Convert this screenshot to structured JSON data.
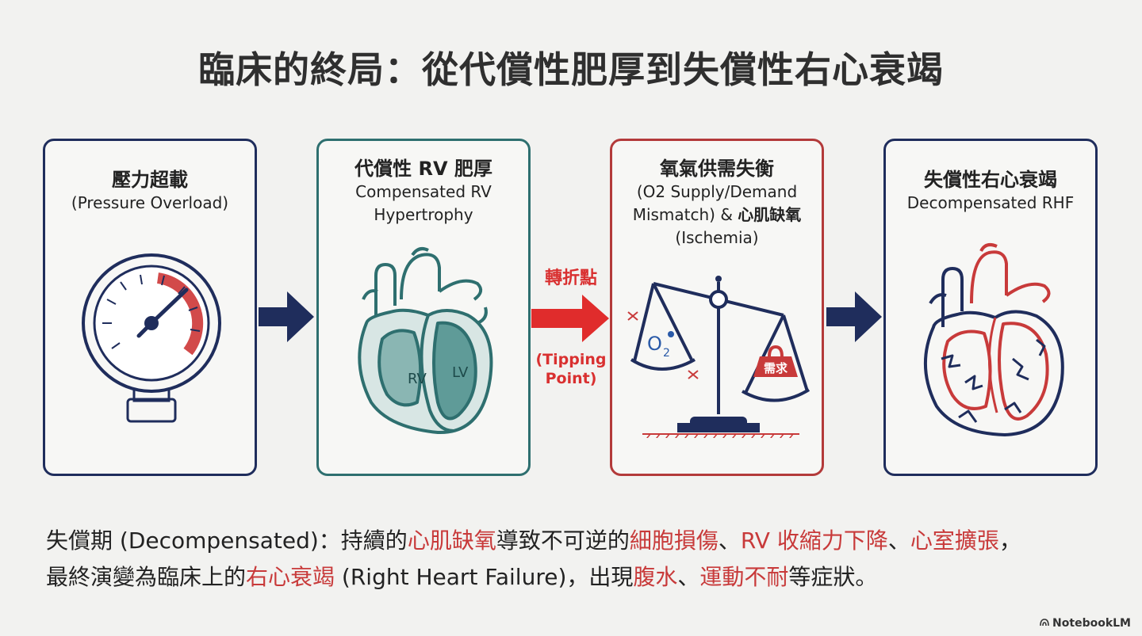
{
  "title": "臨床的終局：從代償性肥厚到失償性右心衰竭",
  "cards": [
    {
      "title": "壓力超載",
      "sub": [
        "(Pressure Overload)"
      ]
    },
    {
      "title": "代償性 RV 肥厚",
      "sub": [
        "Compensated RV",
        "Hypertrophy"
      ],
      "labels": {
        "rv": "RV",
        "lv": "LV"
      }
    },
    {
      "title": "氧氣供需失衡",
      "sub_line1": "(O2 Supply/Demand",
      "sub_line2_a": "Mismatch) & ",
      "sub_line2_b": "心肌缺氧",
      "sub_line3": "(Ischemia)",
      "labels": {
        "o2": "O",
        "o2_sub": "2",
        "demand": "需求"
      }
    },
    {
      "title": "失償性右心衰竭",
      "sub": [
        "Decompensated RHF"
      ]
    }
  ],
  "tipping": {
    "label": "轉折點",
    "sub_line1": "(Tipping",
    "sub_line2": "Point)"
  },
  "footer": {
    "l1": [
      {
        "t": "失償期 (Decompensated)：持續的",
        "red": false
      },
      {
        "t": "心肌缺氧",
        "red": true
      },
      {
        "t": "導致不可逆的",
        "red": false
      },
      {
        "t": "細胞損傷",
        "red": true
      },
      {
        "t": "、",
        "red": false
      },
      {
        "t": "RV 收縮力下降",
        "red": true
      },
      {
        "t": "、",
        "red": false
      },
      {
        "t": "心室擴張",
        "red": true
      },
      {
        "t": "，",
        "red": false
      }
    ],
    "l2": [
      {
        "t": "最終演變為臨床上的",
        "red": false
      },
      {
        "t": "右心衰竭",
        "red": true
      },
      {
        "t": " (Right Heart Failure)，出現",
        "red": false
      },
      {
        "t": "腹水",
        "red": true
      },
      {
        "t": "、",
        "red": false
      },
      {
        "t": "運動不耐",
        "red": true
      },
      {
        "t": "等症狀。",
        "red": false
      }
    ]
  },
  "brand": "NotebookLM",
  "colors": {
    "navy": "#1f2d5c",
    "teal": "#2e6f6f",
    "red": "#c83a3a",
    "arrow_red": "#e02c2c"
  }
}
